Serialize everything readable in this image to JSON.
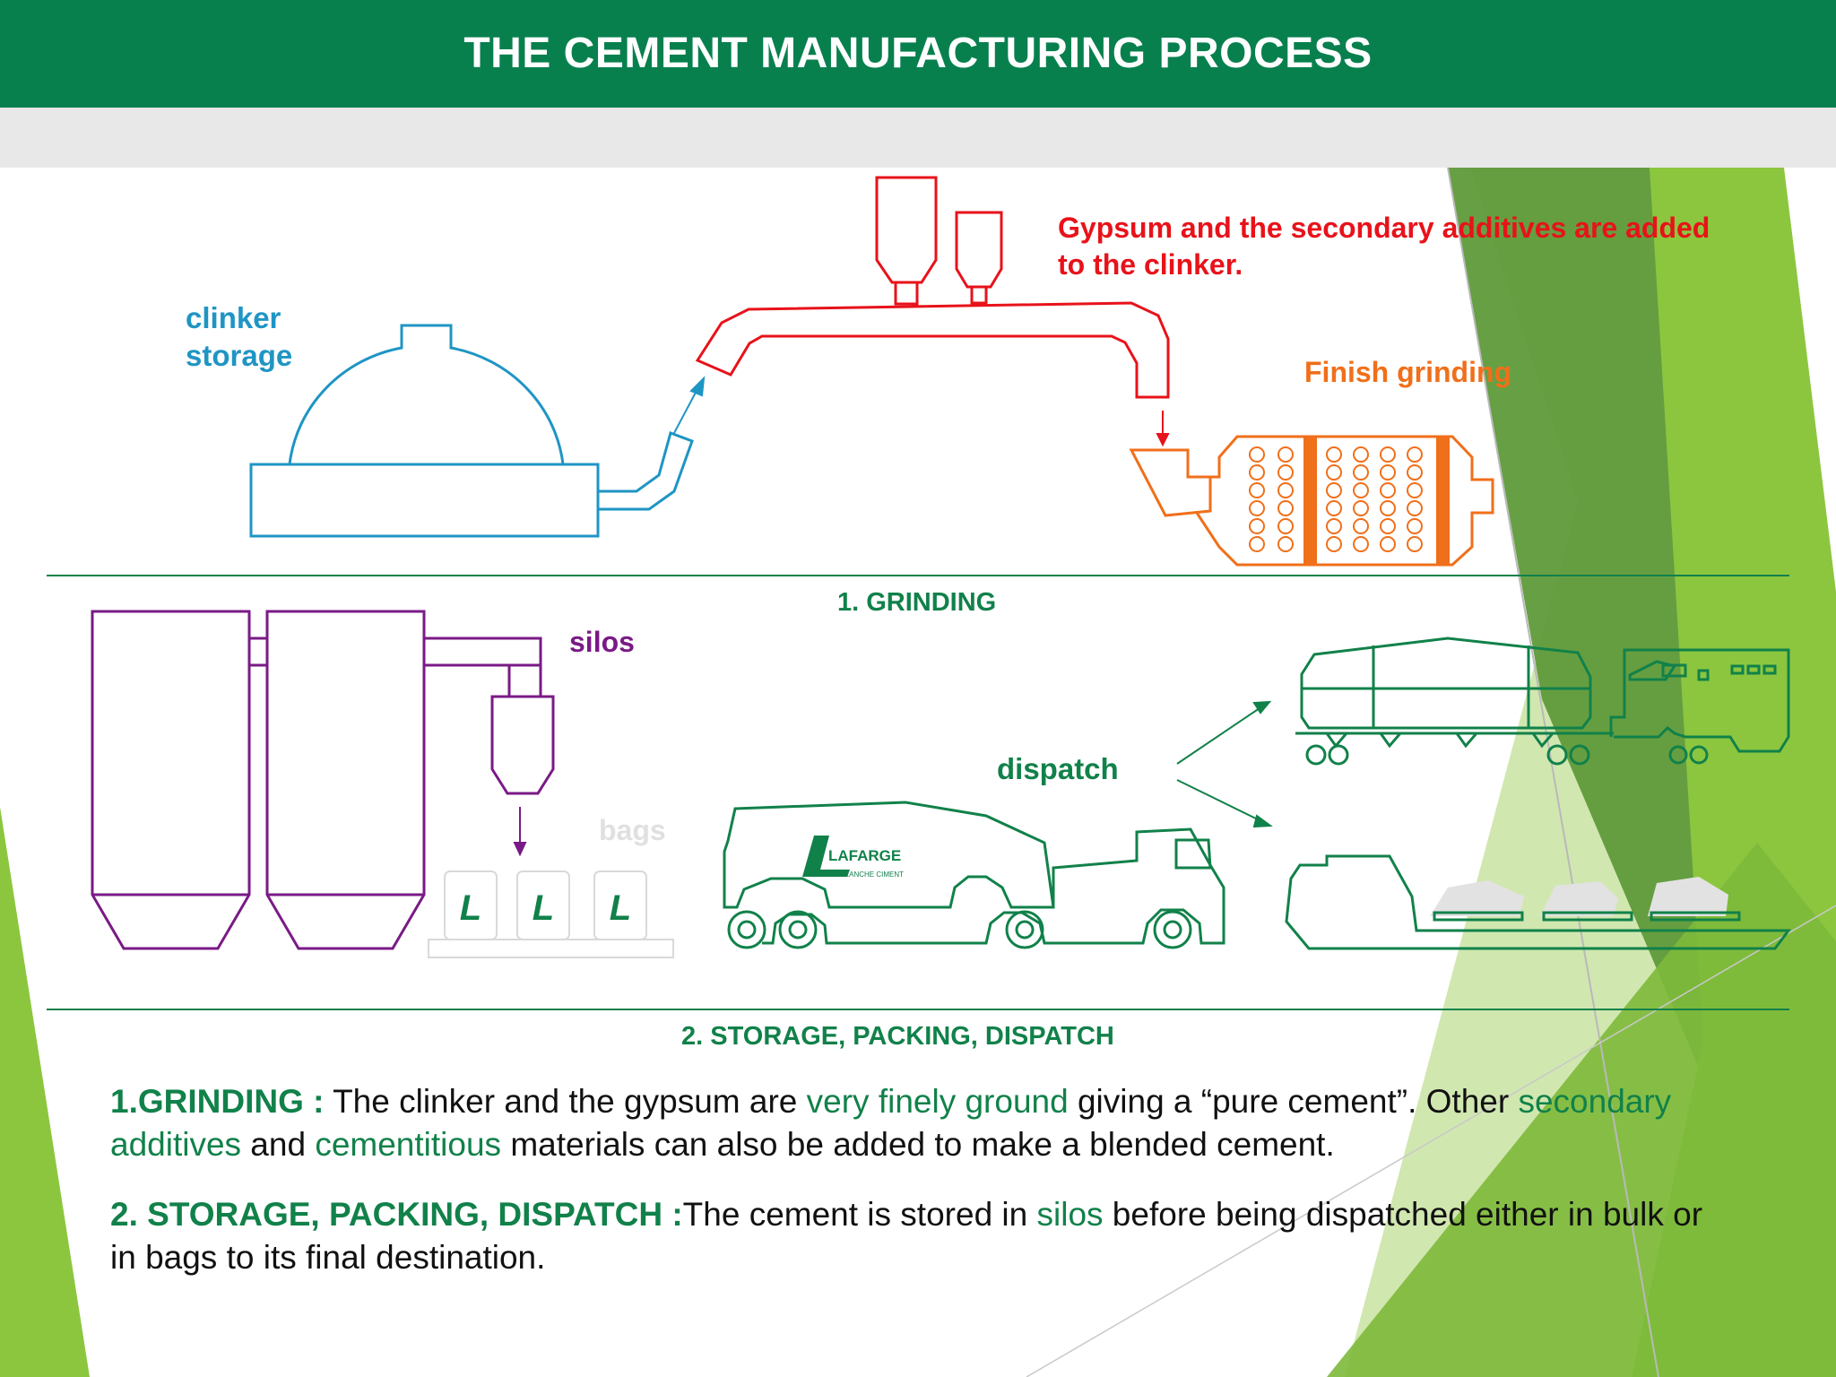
{
  "header": {
    "title": "THE CEMENT MANUFACTURING PROCESS"
  },
  "colors": {
    "header_green": "#08804e",
    "text_green": "#11814a",
    "clinker_blue": "#1f95c4",
    "gypsum_red": "#e8121a",
    "grinding_orange": "#f06f1a",
    "silo_purple": "#7a1a86",
    "accent_lime": "#8cc63f"
  },
  "labels": {
    "clinker_storage": "clinker\nstorage",
    "gypsum": "Gypsum and the secondary additives are added\nto the clinker.",
    "finish_grinding": "Finish grinding",
    "section1": "1. GRINDING",
    "silos": "silos",
    "bags": "bags",
    "dispatch": "dispatch",
    "section2": "2. STORAGE, PACKING, DISPATCH",
    "truck_brand": "LAFARGE",
    "truck_sub": "BRANCHE CIMENT",
    "bag_logo": "L"
  },
  "description": {
    "p1": {
      "heading": "1.GRINDING :",
      "t1": " The clinker and the gypsum are ",
      "k1": "very finely ground",
      "t2": " giving a “pure cement”. Other ",
      "k2": "secondary additives",
      "t3": " and ",
      "k3": "cementitious",
      "t4": " materials can also be added to make a blended cement."
    },
    "p2": {
      "heading": "2. STORAGE, PACKING, DISPATCH :",
      "t1": "The cement is stored in ",
      "k1": "silos",
      "t2": " before being dispatched either in bulk or in bags to its final destination."
    }
  }
}
